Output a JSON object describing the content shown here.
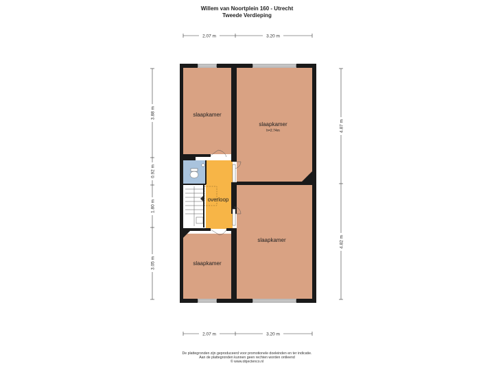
{
  "header": {
    "address": "Willem van Noortplein 160 - Utrecht",
    "floor": "Tweede Verdieping"
  },
  "dimensions": {
    "top": [
      "2.07 m",
      "3.20 m"
    ],
    "bottom": [
      "2.07 m",
      "3.20 m"
    ],
    "left": [
      "3.88 m",
      "0.92 m",
      "1.80 m",
      "3.05 m"
    ],
    "right": [
      "4.87 m",
      "4.82 m"
    ]
  },
  "rooms": {
    "top_left": "slaapkamer",
    "top_right": "slaapkamer",
    "top_right_height": "h=2.74m",
    "landing": "overloop",
    "bottom_right": "slaapkamer",
    "bottom_left": "slaapkamer"
  },
  "footer": {
    "line1": "De plattegronden zijn geproduceerd voor promotionele doeleinden en ter indicatie.",
    "line2": "Aan de plattegronden kunnen geen rechten worden ontleend",
    "line3": "© www.objectenco.nl"
  },
  "colors": {
    "room_fill": "#d9a283",
    "landing_fill": "#f7b547",
    "bathroom_fill": "#a9c3dd",
    "wall": "#1a1a1a"
  }
}
